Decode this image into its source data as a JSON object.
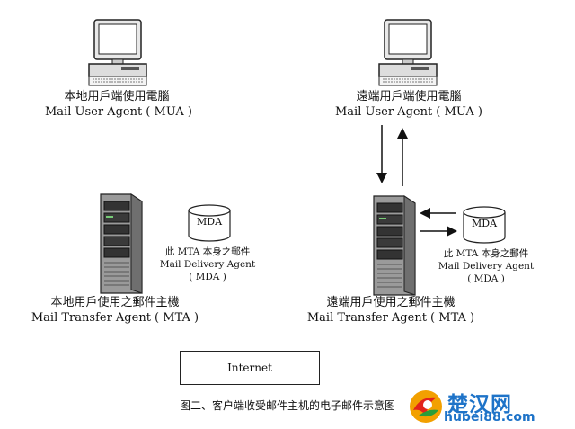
{
  "local_mua": {
    "line1": "本地用戶端使用電腦",
    "line2": "Mail User Agent ( MUA )"
  },
  "remote_mua": {
    "line1": "遠端用戶端使用電腦",
    "line2": "Mail User Agent ( MUA )"
  },
  "local_mta": {
    "line1": "本地用戶使用之郵件主機",
    "line2": "Mail Transfer Agent ( MTA )"
  },
  "remote_mta": {
    "line1": "遠端用戶使用之郵件主機",
    "line2": "Mail Transfer Agent ( MTA )"
  },
  "local_mda": {
    "disk_label": "MDA",
    "line1": "此 MTA 本身之郵件",
    "line2": "Mail Delivery Agent",
    "line3": "( MDA )"
  },
  "remote_mda": {
    "disk_label": "MDA",
    "line1": "此 MTA 本身之郵件",
    "line2": "Mail Delivery Agent",
    "line3": "( MDA )"
  },
  "internet": {
    "label": "Internet"
  },
  "caption": "图二、客户端收受邮件主机的电子邮件示意图",
  "watermark": {
    "brand": "楚汉网",
    "url": "hubei88.com"
  }
}
